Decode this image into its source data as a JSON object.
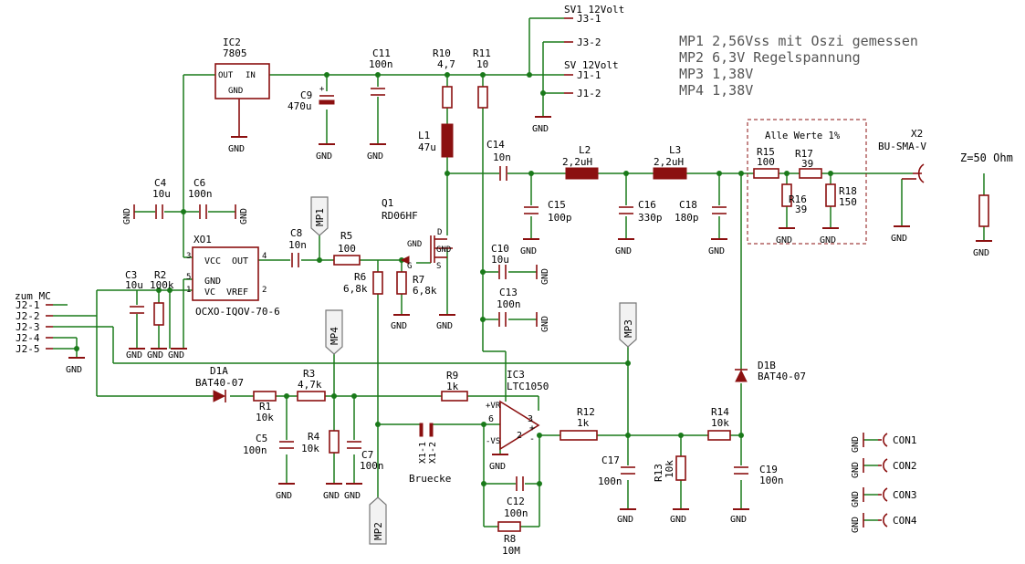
{
  "notes": [
    "MP1 2,56Vss  mit Oszi gemessen",
    "MP2 6,3V Regelspannung",
    "MP3 1,38V",
    "MP4 1,38V"
  ],
  "tolerance_box": "Alle Werte 1%",
  "impedance_label": "Z=50 Ohm",
  "ground_label": "GND",
  "components": [
    {
      "name": "IC2",
      "value": "7805"
    },
    {
      "name": "C11",
      "value": "100n"
    },
    {
      "name": "R10",
      "value": "4,7"
    },
    {
      "name": "R11",
      "value": "10"
    },
    {
      "name": "C9",
      "value": "470u"
    },
    {
      "name": "L1",
      "value": "47u"
    },
    {
      "name": "C14",
      "value": "10n"
    },
    {
      "name": "L2",
      "value": "2,2uH"
    },
    {
      "name": "L3",
      "value": "2,2uH"
    },
    {
      "name": "C15",
      "value": "100p"
    },
    {
      "name": "C16",
      "value": "330p"
    },
    {
      "name": "C18",
      "value": "180p"
    },
    {
      "name": "R15",
      "value": "100"
    },
    {
      "name": "R17",
      "value": "39"
    },
    {
      "name": "R16",
      "value": "39"
    },
    {
      "name": "R18",
      "value": "150"
    },
    {
      "name": "X2",
      "value": "BU-SMA-V"
    },
    {
      "name": "C4",
      "value": "10u"
    },
    {
      "name": "C6",
      "value": "100n"
    },
    {
      "name": "Q1",
      "value": "RD06HF"
    },
    {
      "name": "XO1",
      "value": "OCXO-IQOV-70-6"
    },
    {
      "name": "C8",
      "value": "10n"
    },
    {
      "name": "R5",
      "value": "100"
    },
    {
      "name": "C10",
      "value": "10u"
    },
    {
      "name": "C13",
      "value": "100n"
    },
    {
      "name": "C3",
      "value": "10u"
    },
    {
      "name": "R2",
      "value": "100k"
    },
    {
      "name": "R6",
      "value": "6,8k"
    },
    {
      "name": "R7",
      "value": "6,8k"
    },
    {
      "name": "D1A",
      "value": "BAT40-07"
    },
    {
      "name": "D1B",
      "value": "BAT40-07"
    },
    {
      "name": "R3",
      "value": "4,7k"
    },
    {
      "name": "R9",
      "value": "1k"
    },
    {
      "name": "IC3",
      "value": "LTC1050"
    },
    {
      "name": "R1",
      "value": "10k"
    },
    {
      "name": "C5",
      "value": "100n"
    },
    {
      "name": "R4",
      "value": "10k"
    },
    {
      "name": "C7",
      "value": "100n"
    },
    {
      "name": "R12",
      "value": "1k"
    },
    {
      "name": "R14",
      "value": "10k"
    },
    {
      "name": "C17",
      "value": "100n"
    },
    {
      "name": "R13",
      "value": "10k"
    },
    {
      "name": "C19",
      "value": "100n"
    },
    {
      "name": "C12",
      "value": "100n"
    },
    {
      "name": "R8",
      "value": "10M"
    }
  ],
  "jumper": {
    "name1": "X1-1",
    "name2": "X1-2",
    "label": "Bruecke"
  },
  "connector_sv": {
    "top": "SV1 12Volt",
    "mid": "SV 12Volt",
    "pins": [
      "J3-1",
      "J3-2",
      "J1-1",
      "J1-2"
    ]
  },
  "connector_mc": {
    "title": "zum MC",
    "pins": [
      "J2-1",
      "J2-2",
      "J2-3",
      "J2-4",
      "J2-5"
    ]
  },
  "measure_points": [
    "MP1",
    "MP2",
    "MP3",
    "MP4"
  ],
  "mounting": [
    "CON1",
    "CON2",
    "CON3",
    "CON4"
  ],
  "pin_labels": {
    "ic2_out": "OUT",
    "ic2_in": "IN",
    "ic2_gnd": "GND",
    "xo_vcc": "VCC",
    "xo_out": "OUT",
    "xo_gnd": "GND",
    "xo_vc": "VC",
    "xo_vref": "VREF",
    "xo_p3": "3",
    "xo_p4": "4",
    "xo_p5": "5",
    "xo_p1": "1",
    "xo_p2": "2",
    "q_d": "D",
    "q_g": "G",
    "q_s": "S",
    "q_gnd": "GND",
    "op_vp": "+VR",
    "op_vm": "-VS",
    "op_p6": "6",
    "op_p3": "3",
    "op_p2": "2",
    "op_plus": "+",
    "op_minus": "-"
  }
}
